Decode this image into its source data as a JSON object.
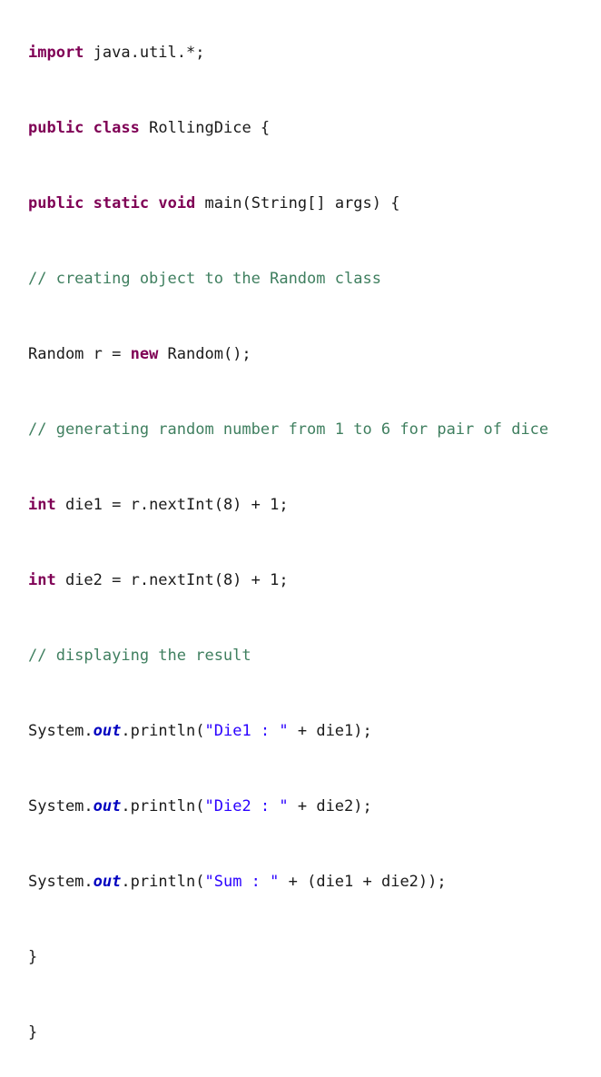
{
  "colors": {
    "keyword": "#7f0055",
    "comment": "#3f7f5f",
    "string": "#2a00ff",
    "field": "#0000c0",
    "text": "#1a1a1a",
    "background": "#ffffff"
  },
  "code": {
    "l1": {
      "kw": "import",
      "rest": " java.util.*;"
    },
    "l2": {
      "kw1": "public",
      "kw2": "class",
      "rest": " RollingDice {"
    },
    "l3": {
      "kw1": "public",
      "kw2": "static",
      "kw3": "void",
      "rest": " main(String[] args) {"
    },
    "l4": {
      "comment": "// creating object to the Random class"
    },
    "l5": {
      "pre": "Random r = ",
      "kw": "new",
      "rest": " Random();"
    },
    "l6": {
      "comment": "// generating random number from 1 to 6 for pair of dice"
    },
    "l7": {
      "kw": "int",
      "rest": " die1 = r.nextInt(8) + 1;"
    },
    "l8": {
      "kw": "int",
      "rest": " die2 = r.nextInt(8) + 1;"
    },
    "l9": {
      "comment": "// displaying the result"
    },
    "l10": {
      "pre": "System.",
      "field": "out",
      "mid": ".println(",
      "str": "\"Die1 : \"",
      "rest": " + die1);"
    },
    "l11": {
      "pre": "System.",
      "field": "out",
      "mid": ".println(",
      "str": "\"Die2 : \"",
      "rest": " + die2);"
    },
    "l12": {
      "pre": "System.",
      "field": "out",
      "mid": ".println(",
      "str": "\"Sum : \"",
      "rest": " + (die1 + die2));"
    },
    "l13": {
      "text": "}"
    },
    "l14": {
      "text": "}"
    }
  }
}
